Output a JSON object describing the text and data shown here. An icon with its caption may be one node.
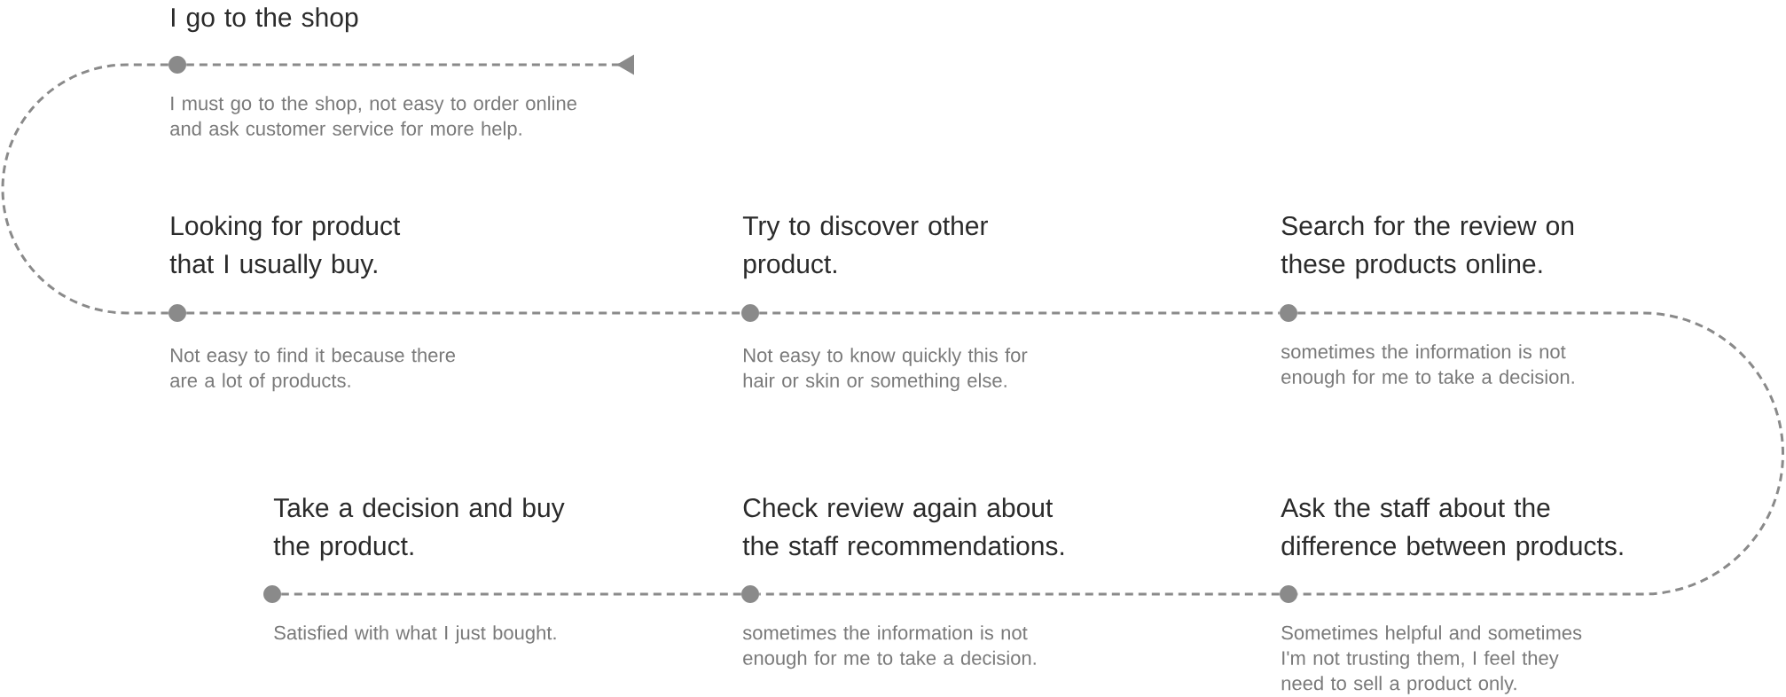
{
  "diagram": {
    "nodes": [
      {
        "text": [
          "I go to the shop",
          "I must go to the shop, not easy to order online and ask customer service for more help."
        ]
      },
      {
        "text": [
          "Looking for product that I usually buy.",
          "Not easy to find it because there are a lot of products."
        ]
      },
      {
        "text": [
          "Try to discover other product.",
          "Not easy to know quickly this for hair or skin or something else."
        ]
      },
      {
        "text": [
          "Search for the review on these products online.",
          "sometimes the information is not enough for me to take a decision."
        ]
      },
      {
        "text": [
          "Ask the staff about the difference between products.",
          "Sometimes helpful and sometimes I'm not trusting them, I feel they need to sell a product only."
        ]
      },
      {
        "text": [
          "Check review again about the staff recommendations.",
          "sometimes the information is not enough for me to take a decision."
        ]
      },
      {
        "text": [
          "Take a decision and buy the product.",
          "Satisfied with what I just bought."
        ]
      }
    ],
    "edges": [
      {
        "from": null,
        "to": 0,
        "arrow": "to"
      },
      {
        "from": 0,
        "to": 1,
        "arrow": "none"
      },
      {
        "from": 1,
        "to": 2,
        "arrow": "none"
      },
      {
        "from": 2,
        "to": 3,
        "arrow": "none"
      },
      {
        "from": 3,
        "to": 4,
        "arrow": "none"
      },
      {
        "from": 4,
        "to": 5,
        "arrow": "none"
      },
      {
        "from": 5,
        "to": 6,
        "arrow": "none"
      }
    ]
  }
}
